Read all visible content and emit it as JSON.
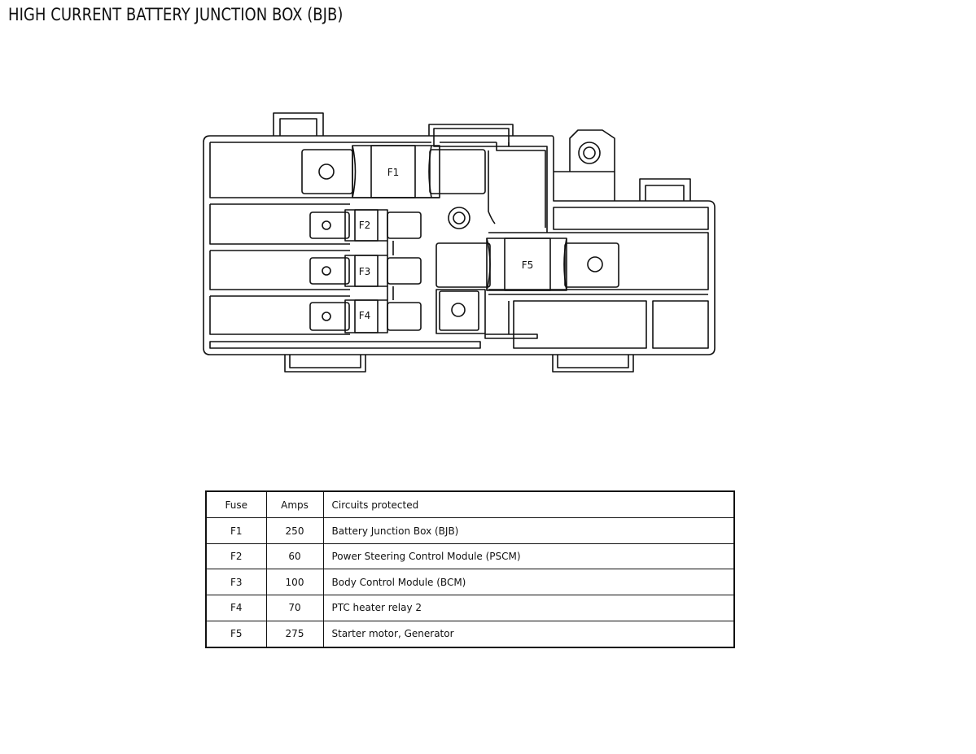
{
  "title": "HIGH CURRENT BATTERY JUNCTION BOX (BJB)",
  "diagram": {
    "fuse_labels": [
      "F1",
      "F2",
      "F3",
      "F4",
      "F5"
    ]
  },
  "table": {
    "headers": [
      "Fuse",
      "Amps",
      "Circuits protected"
    ],
    "rows": [
      [
        "F1",
        "250",
        "Battery Junction Box (BJB)"
      ],
      [
        "F2",
        "60",
        "Power Steering Control Module (PSCM)"
      ],
      [
        "F3",
        "100",
        "Body Control Module (BCM)"
      ],
      [
        "F4",
        "70",
        "PTC heater relay 2"
      ],
      [
        "F5",
        "275",
        "Starter motor, Generator"
      ]
    ]
  },
  "colors": {
    "stroke": "#111111",
    "background": "#ffffff"
  }
}
